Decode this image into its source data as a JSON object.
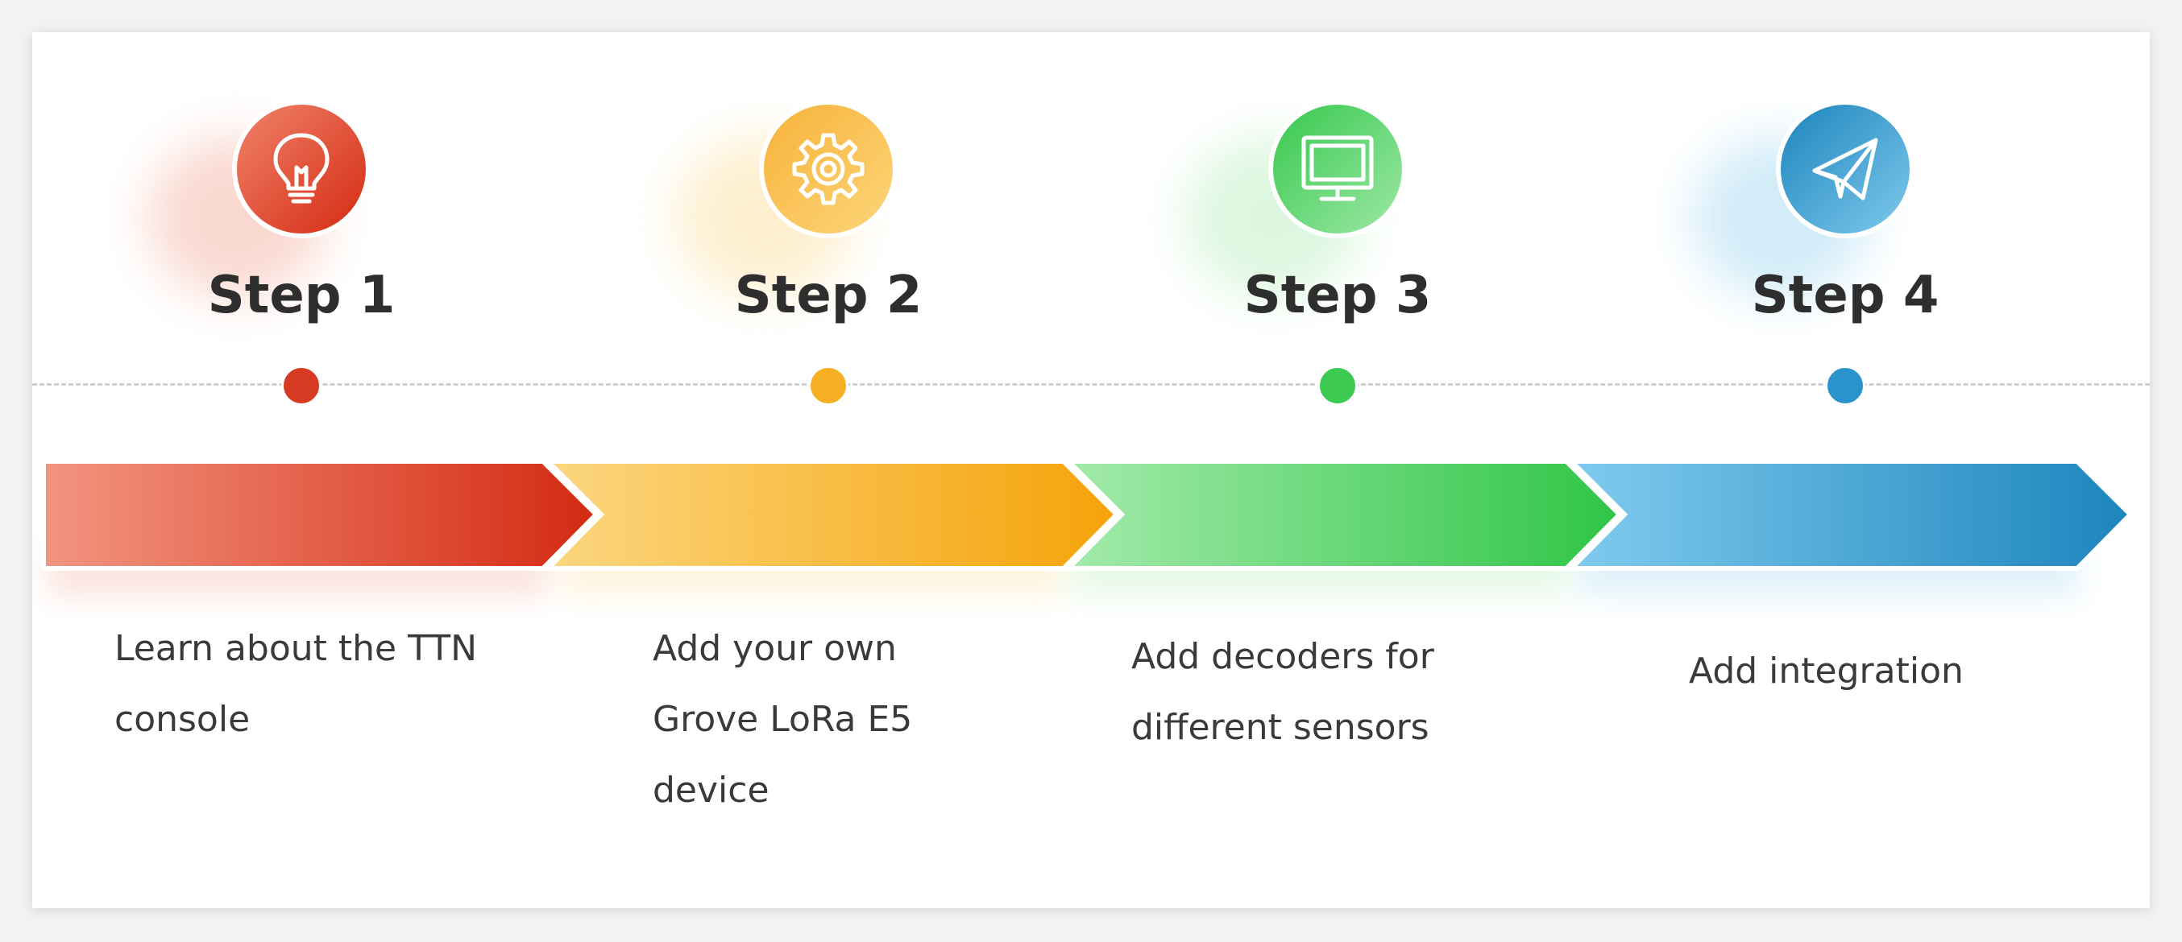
{
  "steps": [
    {
      "title": "Step 1",
      "description": "Learn about the TTN\nconsole",
      "icon": "lightbulb-icon",
      "color_light": "#f0927a",
      "color_dark": "#d42a12"
    },
    {
      "title": "Step 2",
      "description": "Add your own\nGrove LoRa E5\ndevice",
      "icon": "gear-icon",
      "color_light": "#fad47a",
      "color_dark": "#f5a30a"
    },
    {
      "title": "Step 3",
      "description": "Add decoders for\ndifferent sensors",
      "icon": "monitor-icon",
      "color_light": "#9ee8a6",
      "color_dark": "#2fc547"
    },
    {
      "title": "Step 4",
      "description": "Add integration",
      "icon": "paper-plane-icon",
      "color_light": "#7fc9ec",
      "color_dark": "#1c85bd"
    }
  ],
  "colors": {
    "dashed_line": "#cfcfcf",
    "title_text": "#2e2e2e",
    "body_text": "#3a3a3a"
  }
}
